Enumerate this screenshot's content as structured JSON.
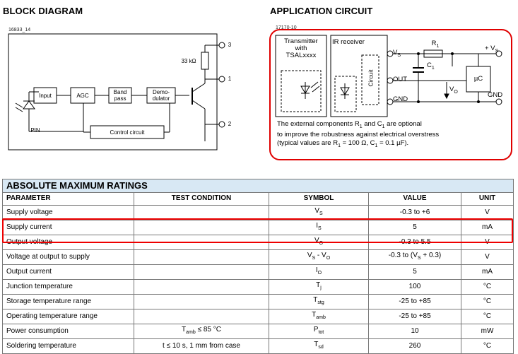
{
  "block_diagram": {
    "title": "BLOCK DIAGRAM",
    "figure_id": "16833_14",
    "blocks": {
      "input": "Input",
      "agc": "AGC",
      "bandpass_1": "Band",
      "bandpass_2": "pass",
      "demod_1": "Demo-",
      "demod_2": "dulator",
      "control": "Control circuit"
    },
    "resistor": "33 kΩ",
    "pin_label": "PIN",
    "pins": [
      "3",
      "1",
      "2"
    ]
  },
  "application_circuit": {
    "title": "APPLICATION CIRCUIT",
    "figure_id": "17170-10",
    "transmitter_1": "Transmitter",
    "transmitter_2": "with",
    "transmitter_3": "TSALxxxx",
    "ir_receiver": "IR receiver",
    "circuit": "Circuit",
    "vs": "V",
    "vs_sub": "S",
    "out": "OUT",
    "gnd": "GND",
    "gnd2": "GND",
    "r1": "R",
    "r1_sub": "1",
    "c1": "C",
    "c1_sub": "1",
    "vo": "V",
    "vo_sub": "O",
    "plus_vs": "+ V",
    "plus_vs_sub": "S",
    "uc": "µC",
    "note_1": "The external components R",
    "note_1_sub": "1",
    "note_1b": " and C",
    "note_1b_sub": "1",
    "note_1c": " are optional",
    "note_2": "to improve the robustness against electrical overstress",
    "note_3": "(typical values are R",
    "note_3_sub": "1",
    "note_3b": " = 100 Ω, C",
    "note_3b_sub": "1",
    "note_3c": " = 0.1 µF)."
  },
  "ratings": {
    "title": "ABSOLUTE MAXIMUM RATINGS",
    "headers": [
      "PARAMETER",
      "TEST CONDITION",
      "SYMBOL",
      "VALUE",
      "UNIT"
    ],
    "rows": [
      {
        "param": "Supply voltage",
        "cond": "",
        "sym": "V",
        "sub": "S",
        "value": "-0.3 to +6",
        "unit": "V"
      },
      {
        "param": "Supply current",
        "cond": "",
        "sym": "I",
        "sub": "S",
        "value": "5",
        "unit": "mA"
      },
      {
        "param": "Output voltage",
        "cond": "",
        "sym": "V",
        "sub": "O",
        "value": "-0.3 to 5.5",
        "unit": "V"
      },
      {
        "param": "Voltage at output to supply",
        "cond": "",
        "sym": "V",
        "sub": "S",
        "sym2": " - V",
        "sub2": "O",
        "value": "-0.3 to (V",
        "vsub": "S",
        "value2": " + 0.3)",
        "unit": "V"
      },
      {
        "param": "Output current",
        "cond": "",
        "sym": "I",
        "sub": "O",
        "value": "5",
        "unit": "mA"
      },
      {
        "param": "Junction temperature",
        "cond": "",
        "sym": "T",
        "sub": "j",
        "value": "100",
        "unit": "°C"
      },
      {
        "param": "Storage temperature range",
        "cond": "",
        "sym": "T",
        "sub": "stg",
        "value": "-25 to +85",
        "unit": "°C"
      },
      {
        "param": "Operating temperature range",
        "cond": "",
        "sym": "T",
        "sub": "amb",
        "value": "-25 to +85",
        "unit": "°C"
      },
      {
        "param": "Power consumption",
        "cond": "T",
        "cond_sub": "amb",
        "cond2": " ≤ 85 °C",
        "sym": "P",
        "sub": "tot",
        "value": "10",
        "unit": "mW"
      },
      {
        "param": "Soldering temperature",
        "cond": "t ≤ 10 s, 1 mm from case",
        "sym": "T",
        "sub": "sd",
        "value": "260",
        "unit": "°C"
      }
    ]
  },
  "colors": {
    "highlight": "#e00000",
    "table_title_bg": "#d8e8f4"
  }
}
